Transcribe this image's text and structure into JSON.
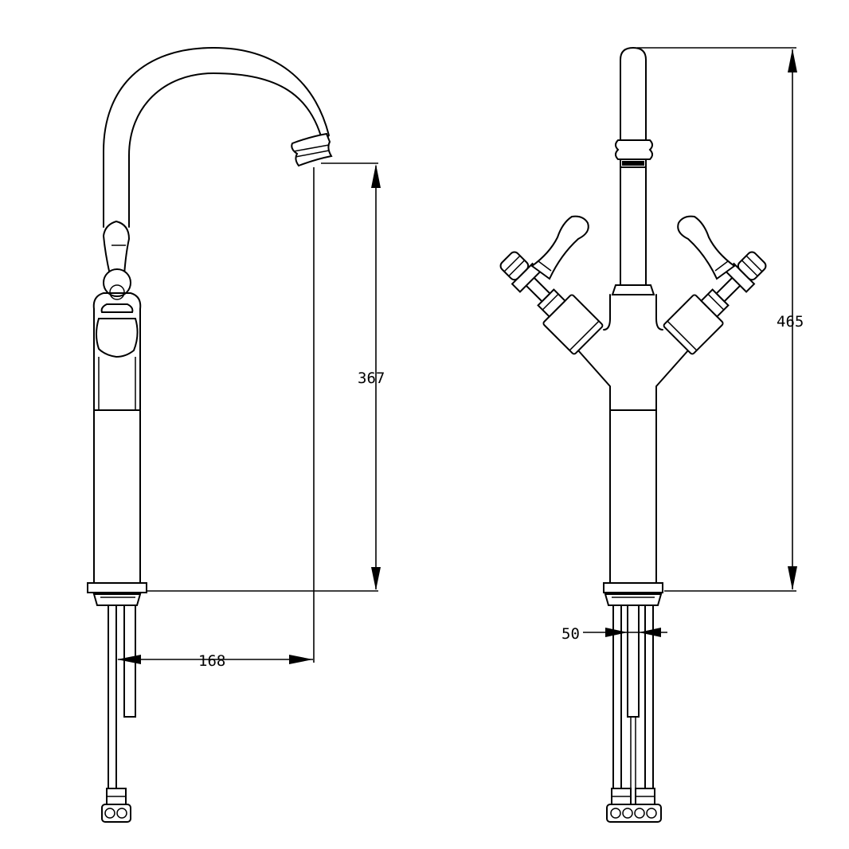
{
  "dimensions": {
    "side_view_spout_height": "367",
    "side_view_spout_reach": "168",
    "front_view_total_height": "465",
    "front_view_tail_spacing": "50"
  }
}
